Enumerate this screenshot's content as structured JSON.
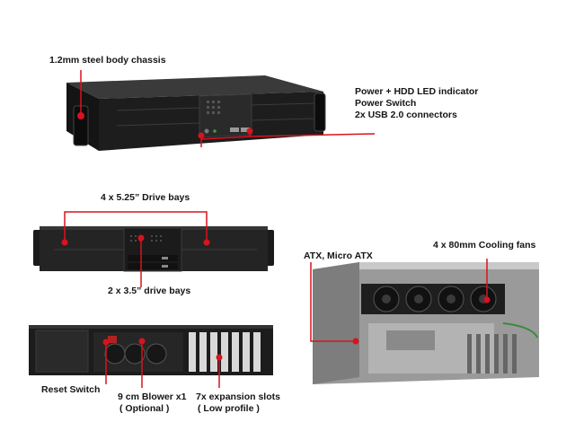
{
  "colors": {
    "callout": "#d9121f",
    "chassis_dark": "#1b1b1b",
    "chassis_mid": "#2c2c2c",
    "steel": "#b8b8b8",
    "background": "#ffffff"
  },
  "callouts": {
    "top": {
      "body": "1.2mm steel body chassis",
      "front_io": [
        "Power + HDD LED indicator",
        "Power Switch",
        "2x USB 2.0 connectors"
      ]
    },
    "front_view": {
      "drive_525": "4 x 5.25” Drive bays",
      "drive_35": "2 x 3.5” drive bays"
    },
    "rear_view": {
      "reset": "Reset Switch",
      "blower_line1": "9 cm Blower x1",
      "blower_line2": "( Optional )",
      "expansion_line1": "7x expansion slots",
      "expansion_line2": "( Low profile )"
    },
    "interior_view": {
      "motherboard": "ATX, Micro ATX",
      "fans": "4 x 80mm Cooling fans"
    }
  }
}
